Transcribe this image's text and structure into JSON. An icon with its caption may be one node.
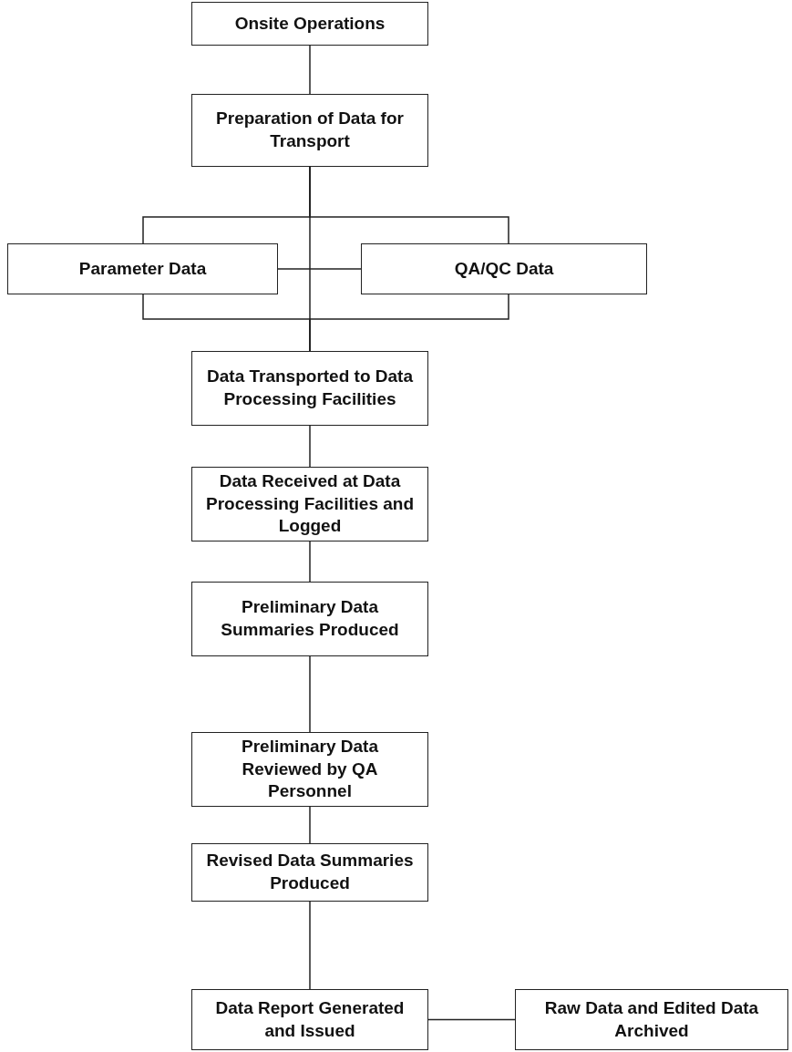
{
  "diagram": {
    "nodes": [
      {
        "text": [
          "Onsite Operations"
        ]
      },
      {
        "text": [
          "Preparation of Data for Transport"
        ]
      },
      {
        "text": [
          "Parameter Data"
        ]
      },
      {
        "text": [
          "QA/QC Data"
        ]
      },
      {
        "text": [
          "Data Transported to Data Processing Facilities"
        ]
      },
      {
        "text": [
          "Data Received at Data Processing Facilities and Logged"
        ]
      },
      {
        "text": [
          "Preliminary Data Summaries Produced"
        ]
      },
      {
        "text": [
          "Preliminary Data Reviewed by QA Personnel"
        ]
      },
      {
        "text": [
          "Revised Data Summaries Produced"
        ]
      },
      {
        "text": [
          "Data Report Generated and Issued"
        ]
      },
      {
        "text": [
          "Raw Data and Edited Data Archived"
        ]
      }
    ],
    "edges": [
      {
        "from": 0,
        "to": 1,
        "arrow": "none"
      },
      {
        "from": 1,
        "to": 2,
        "arrow": "none"
      },
      {
        "from": 1,
        "to": 3,
        "arrow": "none"
      },
      {
        "from": 1,
        "to": 4,
        "arrow": "none"
      },
      {
        "from": 2,
        "to": 3,
        "arrow": "none"
      },
      {
        "from": 2,
        "to": 4,
        "arrow": "none"
      },
      {
        "from": 3,
        "to": 4,
        "arrow": "none"
      },
      {
        "from": 4,
        "to": 5,
        "arrow": "none"
      },
      {
        "from": 5,
        "to": 6,
        "arrow": "none"
      },
      {
        "from": 6,
        "to": 7,
        "arrow": "none"
      },
      {
        "from": 7,
        "to": 8,
        "arrow": "none"
      },
      {
        "from": 8,
        "to": 9,
        "arrow": "none"
      },
      {
        "from": 9,
        "to": 10,
        "arrow": "none"
      }
    ]
  }
}
